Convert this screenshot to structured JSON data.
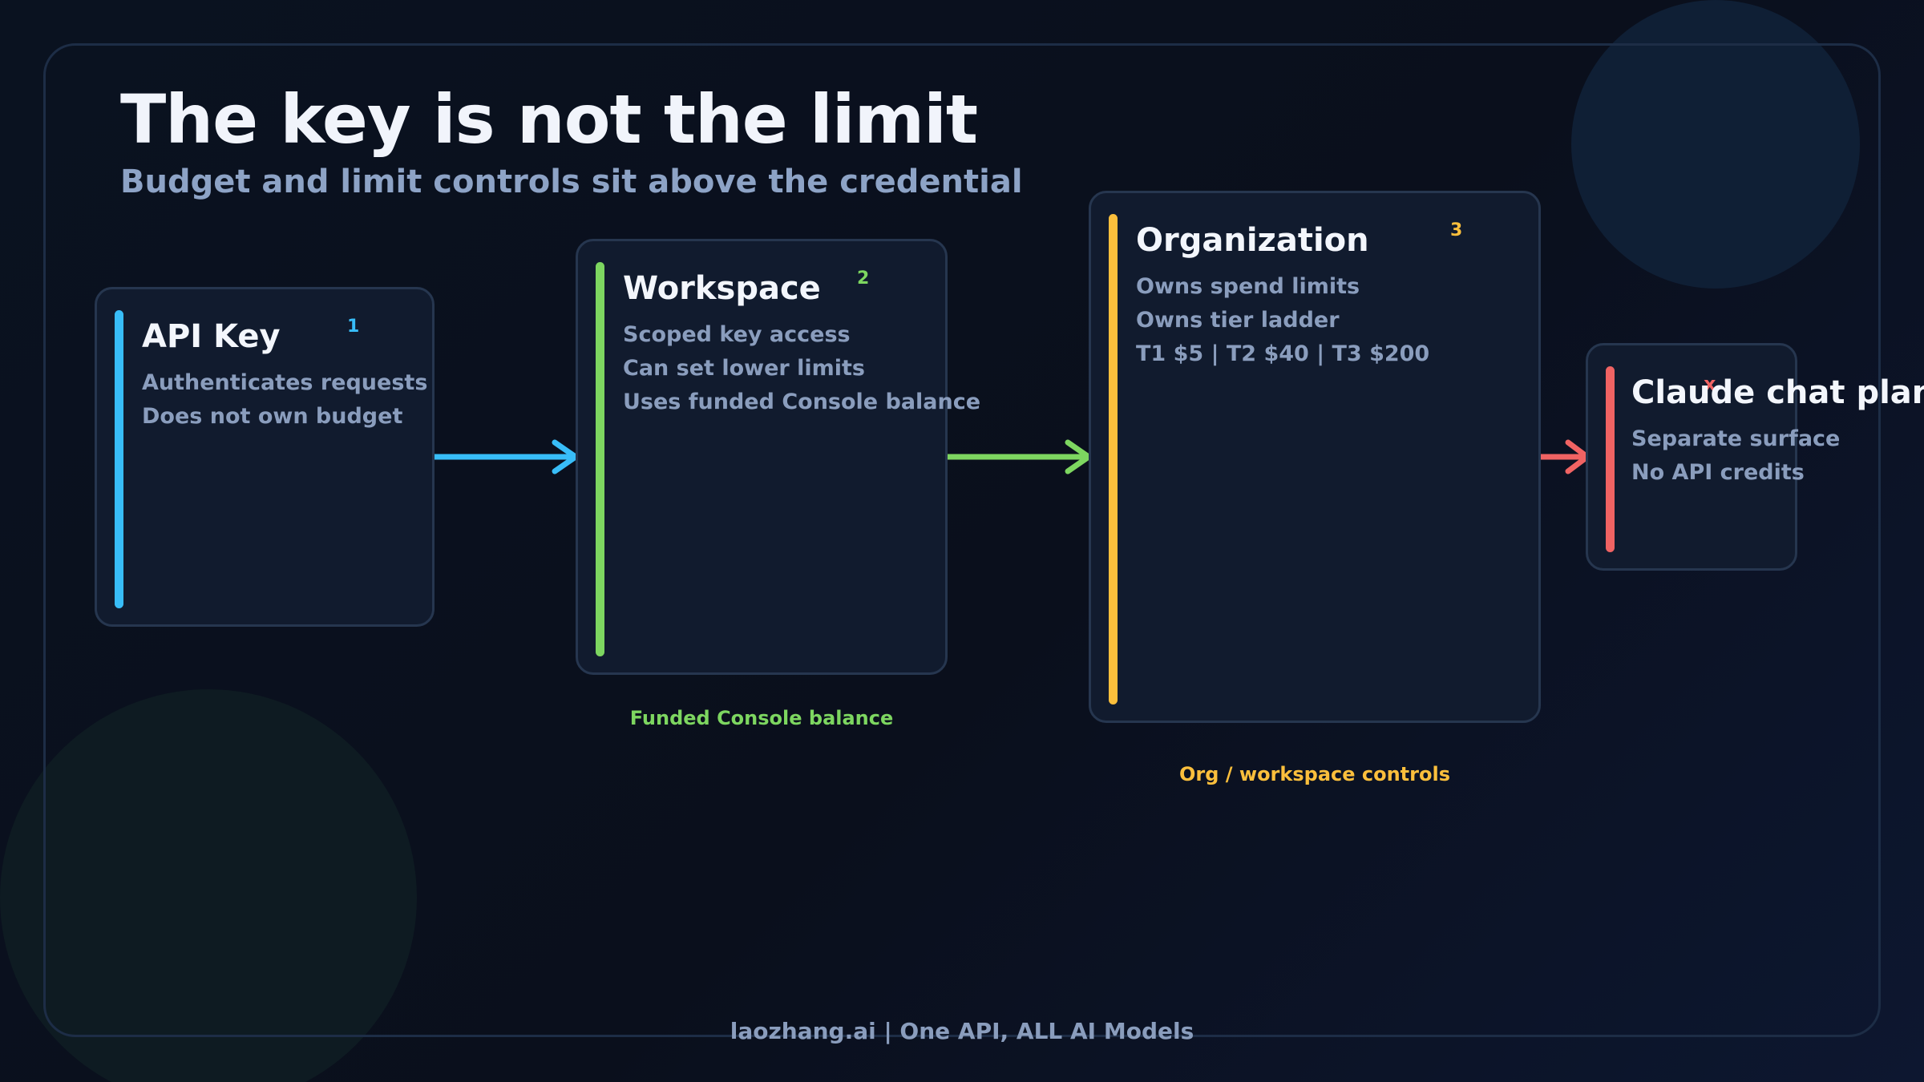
{
  "header": {
    "title": "The key is not the limit",
    "subtitle": "Budget and limit controls sit above the credential"
  },
  "cards": [
    {
      "title": "API Key",
      "number": "1",
      "lines": [
        "Authenticates requests",
        "Does not own budget"
      ],
      "color": "#38bdf8"
    },
    {
      "title": "Workspace",
      "number": "2",
      "lines": [
        "Scoped key access",
        "Can set lower limits",
        "Uses funded Console balance"
      ],
      "color": "#7dd660",
      "caption": "Funded Console balance"
    },
    {
      "title": "Organization",
      "number": "3",
      "lines": [
        "Owns spend limits",
        "Owns tier ladder",
        "T1 $5  |  T2 $40  |  T3 $200"
      ],
      "color": "#fbbf3c",
      "caption": "Org / workspace controls"
    },
    {
      "title": "Claude chat plans",
      "number": "x",
      "lines": [
        "Separate surface",
        "No API credits"
      ],
      "color": "#f06363"
    }
  ],
  "footer": "laozhang.ai | One API, ALL AI Models"
}
